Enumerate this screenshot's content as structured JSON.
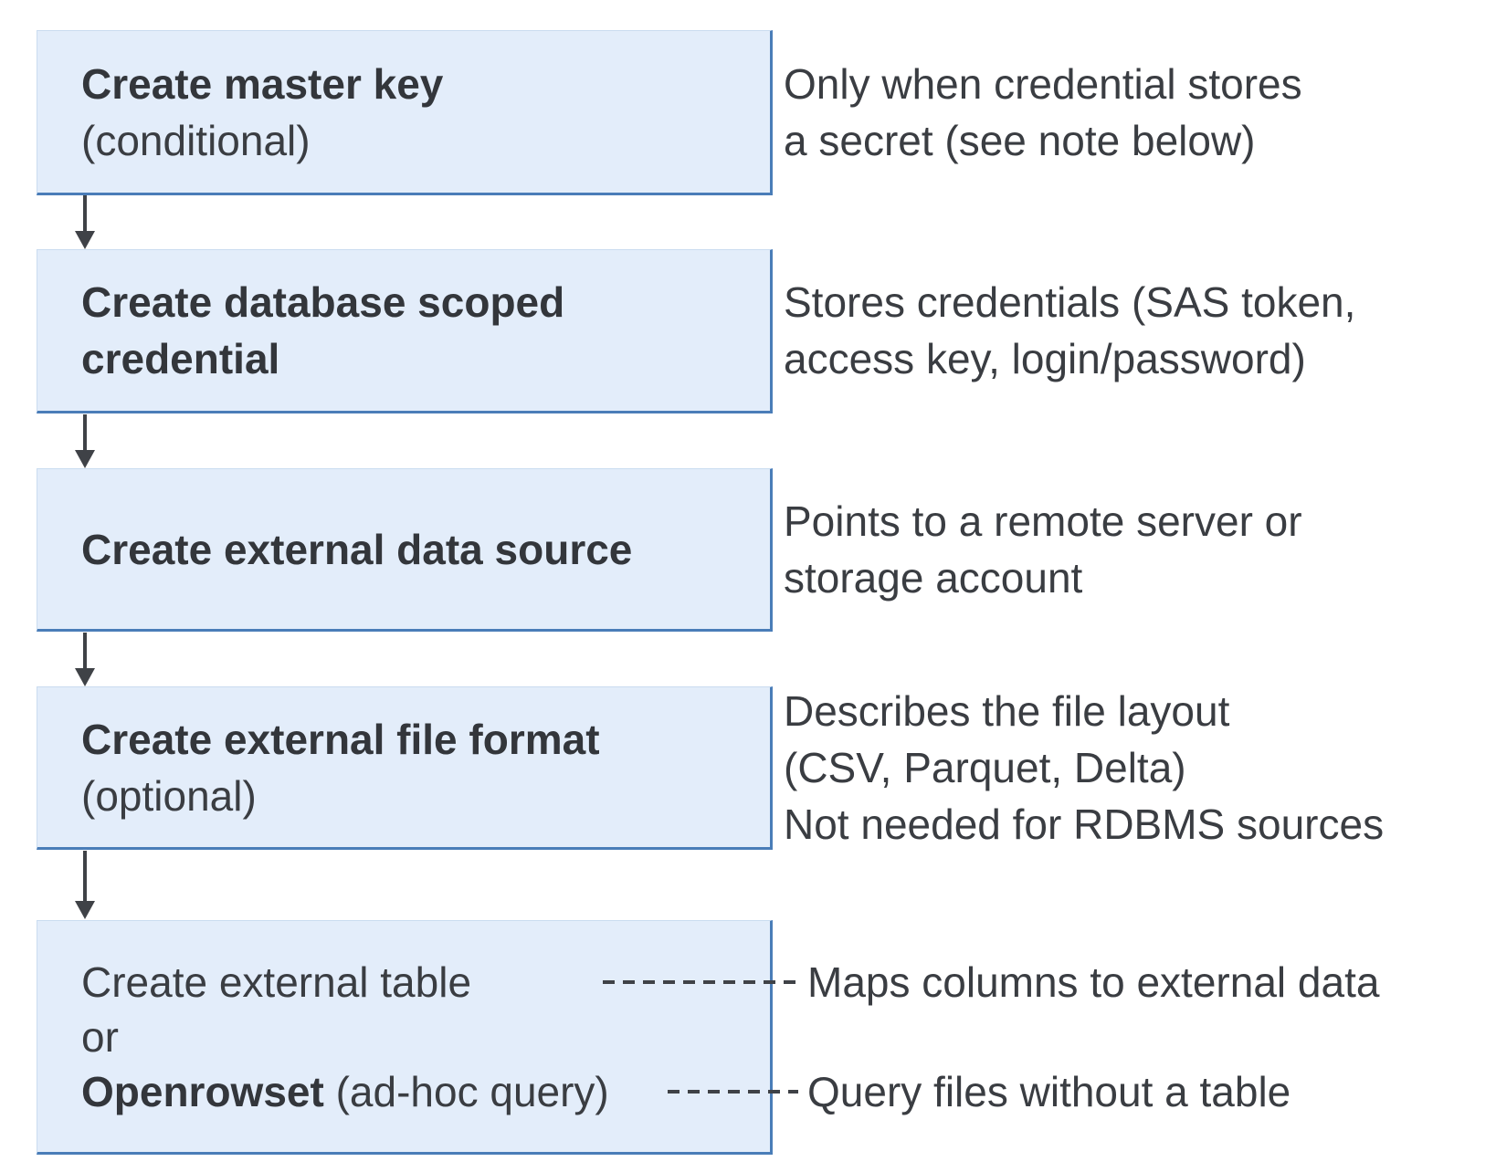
{
  "steps": [
    {
      "title": "Create master key",
      "note": "(conditional)"
    },
    {
      "title": "Create database scoped\ncredential"
    },
    {
      "title": "Create external data source"
    },
    {
      "title": "Create external file format",
      "note": "(optional)"
    },
    {
      "line1": "Create external table",
      "line2": "or",
      "line3_bold": "Openrowset",
      "line3_rest": " (ad-hoc query)"
    }
  ],
  "annotations": {
    "master_key": "Only when credential stores\na secret (see note below)",
    "credential": "Stores credentials (SAS token,\naccess key, login/password)",
    "data_source": "Points to a remote server or\nstorage account",
    "file_format": "Describes the file layout\n(CSV, Parquet, Delta)\nNot needed for RDBMS sources",
    "external_table": "Maps columns to external data",
    "openrowset": "Query files without a table"
  },
  "colors": {
    "background": "#ffffff",
    "box_fill": "#e3edfa",
    "box_border_dark": "#4a7db8",
    "box_border_light": "#cadcf0",
    "title_text": "#33363b",
    "body_text": "#3a3d42",
    "connector": "#3f4247"
  }
}
